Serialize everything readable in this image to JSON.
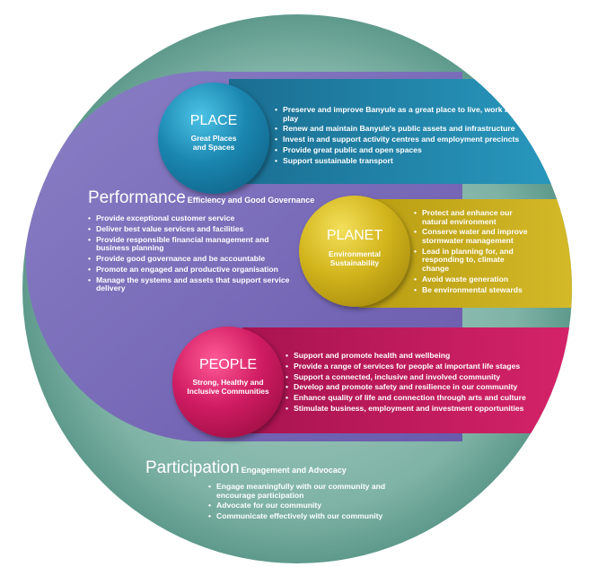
{
  "performance": {
    "title": "Performance",
    "subtitle": "Efficiency and Good Governance",
    "items": [
      "Provide exceptional customer service",
      "Deliver best value services and facilities",
      "Provide responsible financial management and business planning",
      "Provide good governance and be accountable",
      "Promote an engaged and productive organisation",
      "Manage the systems and assets that support service delivery"
    ]
  },
  "participation": {
    "title": "Participation",
    "subtitle": "Engagement and Advocacy",
    "items": [
      "Engage meaningfully with our community and encourage participation",
      "Advocate for our community",
      "Communicate effectively with our community"
    ]
  },
  "place": {
    "title": "PLACE",
    "subtitle": "Great Places\nand Spaces",
    "color": "#1e82a8",
    "items": [
      "Preserve and improve Banyule as a great place to live, work and play",
      "Renew and maintain Banyule's public assets and infrastructure",
      "Invest in and support activity centres and employment precincts",
      "Provide great public and open spaces",
      "Support sustainable transport"
    ]
  },
  "planet": {
    "title": "PLANET",
    "subtitle": "Environmental\nSustainability",
    "color": "#c8b020",
    "items": [
      "Protect and enhance our natural environment",
      "Conserve water and improve stormwater management",
      "Lead in planning for, and responding to, climate change",
      "Avoid waste generation",
      "Be environmental stewards"
    ]
  },
  "people": {
    "title": "PEOPLE",
    "subtitle": "Strong, Healthy and\nInclusive Communities",
    "color": "#c8185a",
    "items": [
      "Support and promote health and wellbeing",
      "Provide a range of services for people at important life stages",
      "Support a connected, inclusive and involved community",
      "Develop and promote safety and resilience in our community",
      "Enhance quality of life and connection through arts and culture",
      "Stimulate business, employment and investment opportunities"
    ]
  }
}
